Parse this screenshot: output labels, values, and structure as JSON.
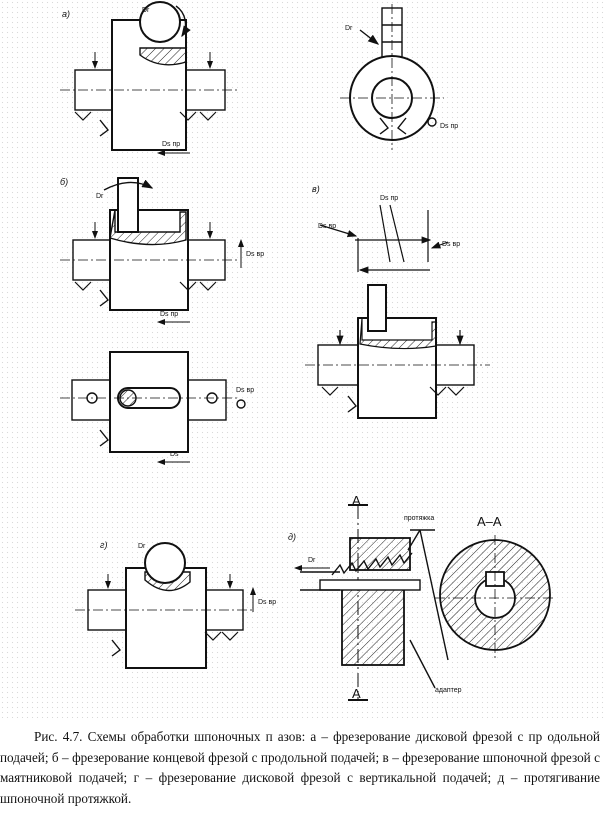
{
  "figure": {
    "panels": {
      "a": "а)",
      "b": "б)",
      "v": "в)",
      "g": "г)",
      "d": "д)"
    },
    "labels": {
      "dr": "Dr",
      "ds_pr": "Ds пр",
      "ds_vr": "Ds вр",
      "ds": "Ds",
      "section_a": "А",
      "section_aa": "А–А",
      "protyazhka": "протяжка",
      "adapter": "адаптер"
    }
  },
  "caption": {
    "text": "Рис. 4.7. Схемы обработки шпоночных п    азов: а – фрезерование дисковой фрезой с пр одольной подачей; б – фрезерование концевой фрезой с продольной подачей; в – фрезерование шпоночной фрезой с маятниковой подачей; г – фрезерование дисковой фрезой с вертикальной подачей; д – протягивание шпоночной протяжкой."
  }
}
